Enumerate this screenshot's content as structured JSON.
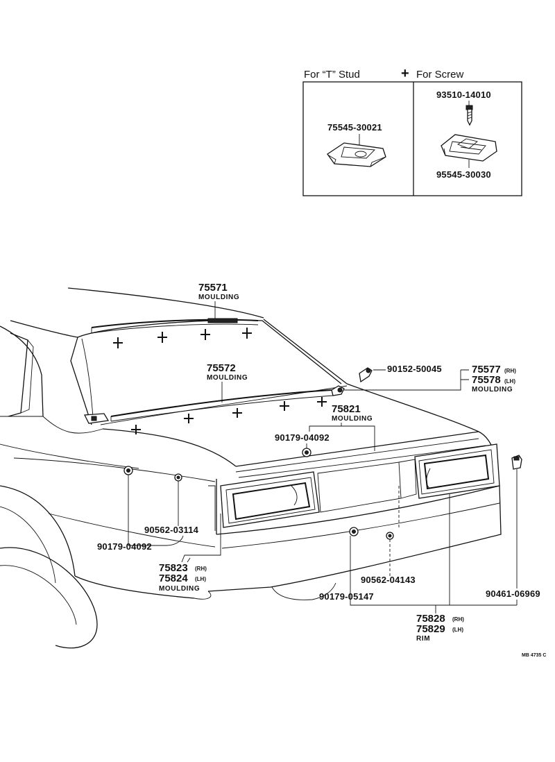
{
  "inset": {
    "header_left": "For “T” Stud",
    "header_right_symbol": "+",
    "header_right": "For Screw",
    "stud_clip_part": "75545-30021",
    "screw_part": "93510-14010",
    "screw_clip_part": "95545-30030"
  },
  "parts": {
    "p75571": {
      "number": "75571",
      "name": "MOULDING"
    },
    "p75572": {
      "number": "75572",
      "name": "MOULDING"
    },
    "p90152": {
      "number": "90152-50045"
    },
    "p75577": {
      "number": "75577",
      "side": "(RH)"
    },
    "p75578": {
      "number": "75578",
      "side": "(LH)",
      "name": "MOULDING"
    },
    "p75821": {
      "number": "75821",
      "name": "MOULDING"
    },
    "p90179a": {
      "number": "90179-04092"
    },
    "p90562a": {
      "number": "90562-03114"
    },
    "p90179b": {
      "number": "90179-04092"
    },
    "p75823": {
      "number": "75823",
      "side": "(RH)"
    },
    "p75824": {
      "number": "75824",
      "side": "(LH)",
      "name": "MOULDING"
    },
    "p90562b": {
      "number": "90562-04143"
    },
    "p90179c": {
      "number": "90179-05147"
    },
    "p90461": {
      "number": "90461-06969"
    },
    "p75828": {
      "number": "75828",
      "side": "(RH)"
    },
    "p75829": {
      "number": "75829",
      "side": "(LH)",
      "name": "RIM"
    }
  },
  "footer_code": "MB 4735 C"
}
